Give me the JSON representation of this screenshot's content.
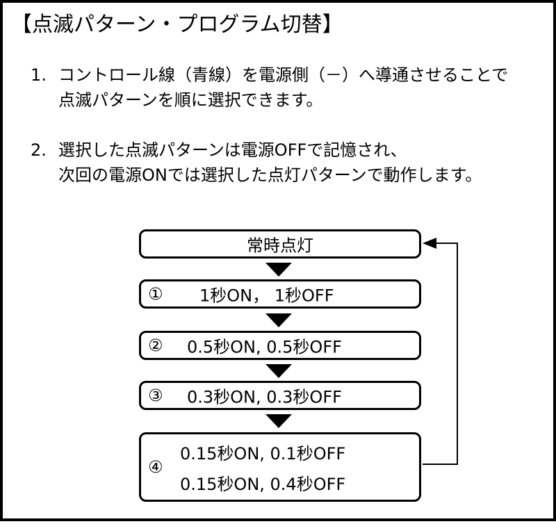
{
  "title": "【点滅パターン・プログラム切替】",
  "instructions": [
    {
      "num": "1.",
      "lines": [
        "コントロール線（青線）を電源側（－）へ導通させることで",
        "点滅パターンを順に選択できます。"
      ]
    },
    {
      "num": "2.",
      "lines": [
        "選択した点滅パターンは電源OFFで記憶され、",
        "次回の電源ONでは選択した点灯パターンで動作します。"
      ]
    }
  ],
  "flow": {
    "start": "常時点灯",
    "steps": [
      {
        "num": "①",
        "lines": [
          "1秒ON，  1秒OFF"
        ]
      },
      {
        "num": "②",
        "lines": [
          "0.5秒ON, 0.5秒OFF"
        ]
      },
      {
        "num": "③",
        "lines": [
          "0.3秒ON, 0.3秒OFF"
        ]
      },
      {
        "num": "④",
        "lines": [
          "0.15秒ON, 0.1秒OFF",
          "0.15秒ON, 0.4秒OFF"
        ]
      }
    ]
  }
}
